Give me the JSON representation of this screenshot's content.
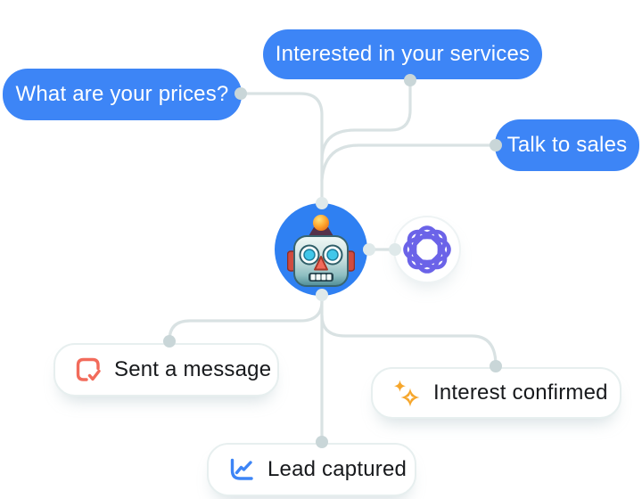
{
  "colors": {
    "blue": "#3D85F6",
    "circle-blue": "#2F80F2",
    "coral": "#F26B5B",
    "orange": "#F6A62B",
    "purple": "#6B63E8",
    "line": "#D9E2E3",
    "dot": "#C9D6D8",
    "dot-light": "#DFE9EA",
    "text-dark": "#17191C",
    "pill-border": "#E7EFEF"
  },
  "flow": {
    "questions": [
      {
        "label": "What are your prices?"
      },
      {
        "label": "Interested in your services"
      },
      {
        "label": "Talk to sales"
      }
    ],
    "bot": {
      "icon": "robot-face-emoji"
    },
    "ai": {
      "icon": "ai-spirograph"
    },
    "outcomes": [
      {
        "label": "Sent a message",
        "icon": "message-sent"
      },
      {
        "label": "Interest confirmed",
        "icon": "sparkles"
      },
      {
        "label": "Lead captured",
        "icon": "chart-line"
      }
    ]
  }
}
